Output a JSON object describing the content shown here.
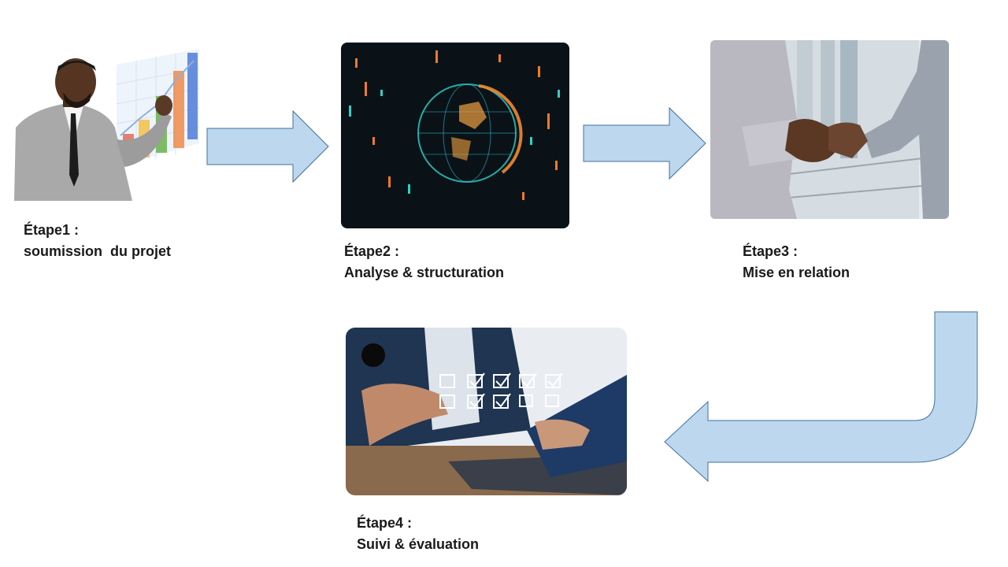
{
  "steps": [
    {
      "label": "Étape1 :",
      "title": "soumission  du projet"
    },
    {
      "label": "Étape2 :",
      "title": "Analyse & structuration"
    },
    {
      "label": "Étape3 :",
      "title": "Mise en relation"
    },
    {
      "label": "Étape4 :",
      "title": "Suivi & évaluation"
    }
  ],
  "colors": {
    "arrow_fill": "#bdd7ee",
    "arrow_stroke": "#41719c"
  },
  "icons": [
    "presenter-photo",
    "digital-globe-photo",
    "handshake-photo",
    "checklist-laptop-photo",
    "right-arrow",
    "u-turn-arrow"
  ]
}
